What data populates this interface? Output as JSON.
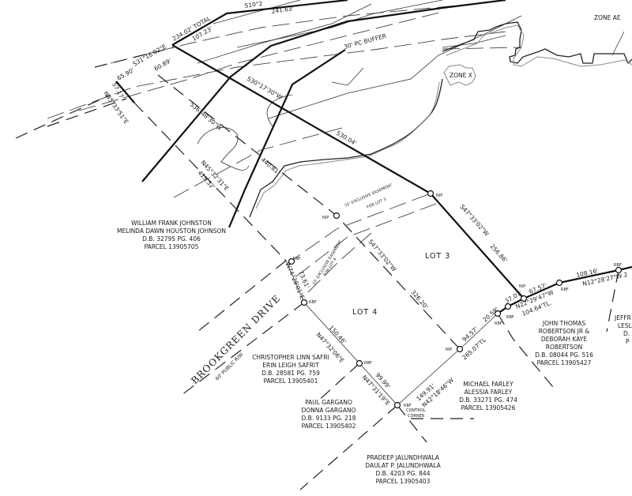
{
  "bearings": {
    "top_cut": "S10°2",
    "d241": "241.63'",
    "d234": "234.02'  TOTAL",
    "d107": "107.23'",
    "b_s31": "S31°18'02\"E",
    "d60": "60.89'",
    "d65": "65.90'",
    "d57": "57.17'",
    "b_n45_33": "N45°33'51\"E",
    "b_s30": "S30°17'30\"W",
    "b_s36": "S36°48'30\"W",
    "d530": "530.04'",
    "d440": "440.81'",
    "b_n45_32": "N45°32'31\"E",
    "d419": "419.32'",
    "b_s47_lot": "S47°33'02\"W",
    "d326": "326.20'",
    "b_s47_heavy": "S47°33'02\"W",
    "d256": "256.86'",
    "b_n74": "N74°28'01\"E",
    "d73": "73.61'",
    "d150": "150.46'",
    "b_n47_32": "N47°32'06\"E",
    "d99": "99.99'",
    "b_n47_31": "N47°31'19\"E",
    "d149": "149.91'",
    "b_n42": "N42°18'46\"W",
    "d94": "94.57'",
    "d265": "265.07'TL",
    "d20": "20.59'",
    "d37": "37.07'",
    "d67": "67.57'",
    "b_n22": "N22°29'47\"W",
    "d104": "104.64'TL.",
    "d108": "108.16'",
    "b_n12": "N12°28'27\"W  2"
  },
  "zones": {
    "ae": "ZONE AE",
    "x": "ZONE X",
    "buffer": "30' PC BUFFER"
  },
  "easements": {
    "lot3_a": "15' EXCLUSIVE EASEMENT",
    "lot3_b": "FOR LOT 3",
    "lot4_a": "15' EXCLUSIVE EASEMENT",
    "lot4_b": "FOR LOT 4"
  },
  "lots": {
    "lot3": "LOT 3",
    "lot4": "LOT 4"
  },
  "road": {
    "name": "BROOKGREEN DRIVE",
    "row": "60' PUBLIC R/W"
  },
  "monuments": {
    "nip": "NIP",
    "rbf": "RBF",
    "control1": "CONTROL",
    "control2": "CORNER"
  },
  "owners": {
    "johnston": [
      "WILLIAM FRANK JOHNSTON",
      "MELINDA DAWN HOUSTON JOHNSON",
      "D.B. 32795 PG. 406",
      "PARCEL 13905705"
    ],
    "safrit": [
      "CHRISTOPHER LINN SAFRI",
      "ERIN LEIGH SAFRIT",
      "D.B. 28581 PG. 759",
      "PARCEL 13905401"
    ],
    "gargano": [
      "PAUL GARGANO",
      "DONNA GARGANO",
      "D.B. 9133 PG. 218",
      "PARCEL 13905402"
    ],
    "jalundhwala": [
      "PRADEEP JALUNDHWALA",
      "DAULAT P. JALUNDHWALA",
      "D.B. 4203 PG. 844",
      "PARCEL 13905403"
    ],
    "farley": [
      "MICHAEL FARLEY",
      "ALESSIA FARLEY",
      "D.B. 33271 PG. 474",
      "PARCEL 13905426"
    ],
    "robertson": [
      "JOHN THOMAS",
      "ROBERTSON JR &",
      "DEBORAH KAYE",
      "ROBERTSON",
      "D.B. 08044 PG. 516",
      "PARCEL 13905427"
    ],
    "jeff_cut": [
      "JEFFR",
      "LESL",
      "D.",
      "P"
    ]
  }
}
